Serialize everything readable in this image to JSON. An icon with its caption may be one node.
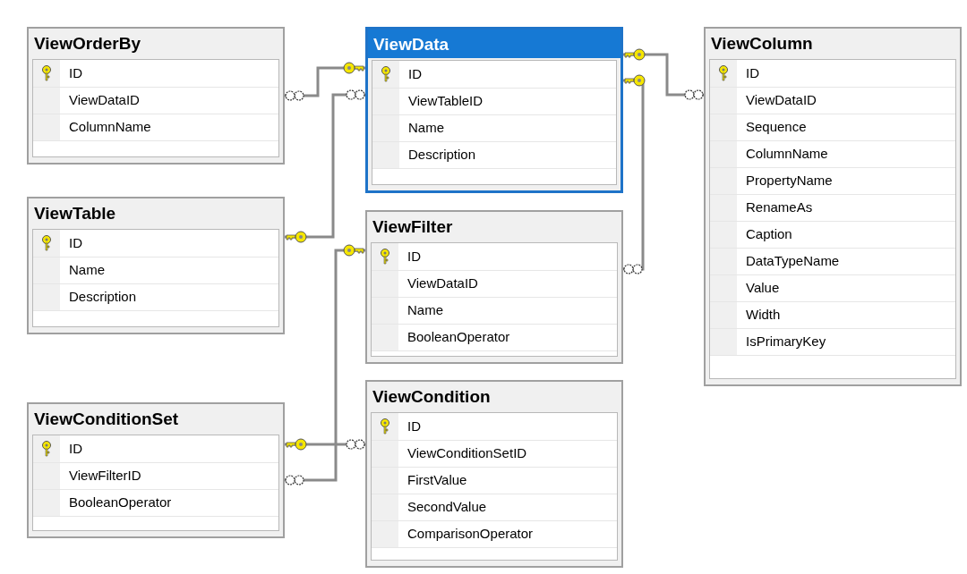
{
  "diagram": {
    "nodes": [
      {
        "text": [
          "ViewOrderBy",
          "ID",
          "ViewDataID",
          "ColumnName"
        ]
      },
      {
        "text": [
          "ViewData",
          "ID",
          "ViewTableID",
          "Name",
          "Description"
        ]
      },
      {
        "text": [
          "ViewColumn",
          "ID",
          "ViewDataID",
          "Sequence",
          "ColumnName",
          "PropertyName",
          "RenameAs",
          "Caption",
          "DataTypeName",
          "Value",
          "Width",
          "IsPrimaryKey"
        ]
      },
      {
        "text": [
          "ViewTable",
          "ID",
          "Name",
          "Description"
        ]
      },
      {
        "text": [
          "ViewFilter",
          "ID",
          "ViewDataID",
          "Name",
          "BooleanOperator"
        ]
      },
      {
        "text": [
          "ViewConditionSet",
          "ID",
          "ViewFilterID",
          "BooleanOperator"
        ]
      },
      {
        "text": [
          "ViewCondition",
          "ID",
          "ViewConditionSetID",
          "FirstValue",
          "SecondValue",
          "ComparisonOperator"
        ]
      }
    ],
    "edges": [
      {
        "from": 1,
        "to": 0,
        "arrow": "other"
      },
      {
        "from": 3,
        "to": 1,
        "arrow": "other"
      },
      {
        "from": 1,
        "to": 2,
        "arrow": "other"
      },
      {
        "from": 1,
        "to": 4,
        "arrow": "other"
      },
      {
        "from": 4,
        "to": 5,
        "arrow": "other"
      },
      {
        "from": 5,
        "to": 6,
        "arrow": "other"
      }
    ]
  }
}
